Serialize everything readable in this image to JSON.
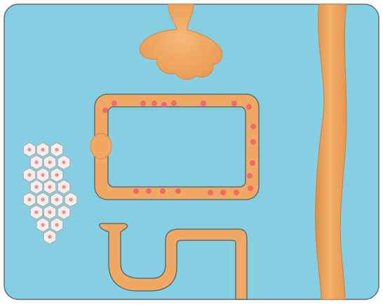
{
  "colors": {
    "background_fluid": "#86CFE2",
    "membrane_fill": "#F1A862",
    "membrane_edge": "#D98F46",
    "outline": "#5E6E74",
    "granule": "#F06A6A",
    "cell_fill": "#F5EEEC",
    "cell_edge": "#A8A8A8",
    "cell_nucleus": "#EF8C8C",
    "page": "#FFFFFF"
  },
  "components": {
    "fluid_panel": "background-fluid",
    "bulb_structure": "top-lobed-protrusion",
    "loop_vessel": "rectangular-tubular-loop",
    "loop_node": "loop-swelling",
    "u_tube": "bottom-u-shaped-tube",
    "vertical_band": "right-vertical-band",
    "cell_cluster": "hexagonal-cell-cluster"
  },
  "counts": {
    "loop_granules": 21,
    "cluster_cells": 22
  }
}
